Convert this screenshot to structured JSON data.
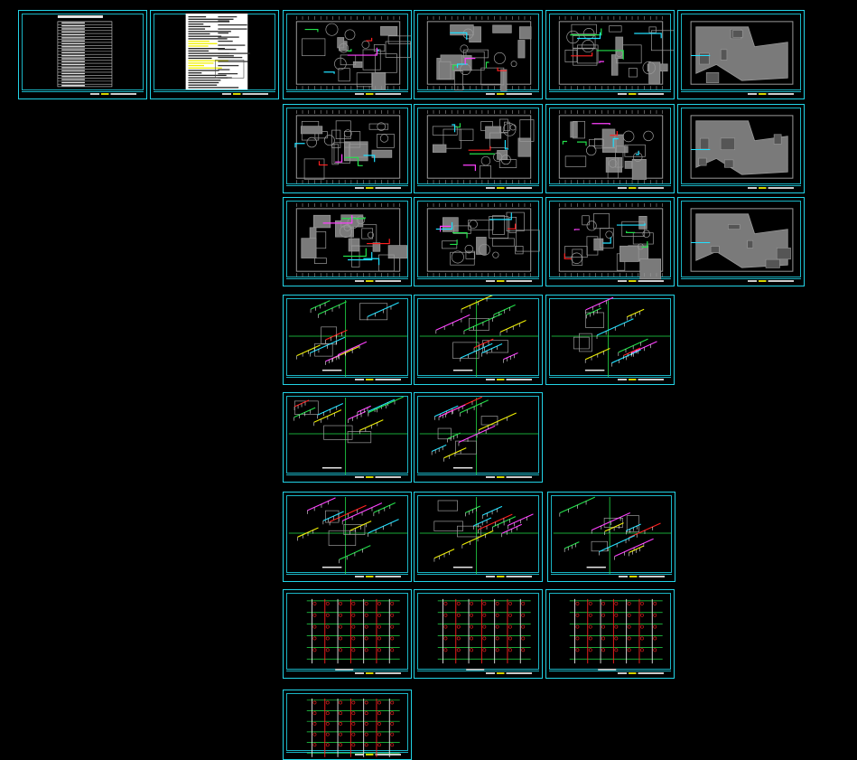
{
  "canvas": {
    "background": "#000000"
  },
  "colors": {
    "frame": "#22d3e6",
    "wall": "#9a9a9a",
    "fill": "#7a7a7a",
    "green": "#22e04a",
    "cyan": "#20e0ff",
    "magenta": "#ff40ff",
    "red": "#ff2020",
    "yellow": "#f0f000",
    "white": "#e6e6e6"
  },
  "sheets": [
    {
      "id": "index-table",
      "kind": "table"
    },
    {
      "id": "design-notes",
      "kind": "notes"
    },
    {
      "id": "plan-1",
      "kind": "plan"
    },
    {
      "id": "plan-2",
      "kind": "plan"
    },
    {
      "id": "plan-3",
      "kind": "plan"
    },
    {
      "id": "roof-1",
      "kind": "roof"
    },
    {
      "id": "plan-4",
      "kind": "plan"
    },
    {
      "id": "plan-5",
      "kind": "plan"
    },
    {
      "id": "plan-6",
      "kind": "plan"
    },
    {
      "id": "roof-2",
      "kind": "roof"
    },
    {
      "id": "plan-7",
      "kind": "plan"
    },
    {
      "id": "plan-8",
      "kind": "plan"
    },
    {
      "id": "plan-9",
      "kind": "plan"
    },
    {
      "id": "roof-3",
      "kind": "roof"
    },
    {
      "id": "detail-1",
      "kind": "detail"
    },
    {
      "id": "detail-2",
      "kind": "detail"
    },
    {
      "id": "detail-3",
      "kind": "detail"
    },
    {
      "id": "detail-4",
      "kind": "detail"
    },
    {
      "id": "detail-5",
      "kind": "detail"
    },
    {
      "id": "detail-6",
      "kind": "detail"
    },
    {
      "id": "detail-7",
      "kind": "detail"
    },
    {
      "id": "detail-8",
      "kind": "detail"
    },
    {
      "id": "riser-1",
      "kind": "riser"
    },
    {
      "id": "riser-2",
      "kind": "riser"
    },
    {
      "id": "riser-3",
      "kind": "riser"
    },
    {
      "id": "riser-4",
      "kind": "riser"
    }
  ]
}
